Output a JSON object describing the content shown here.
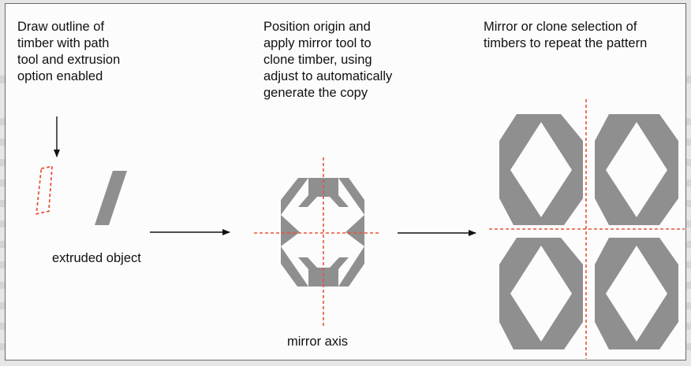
{
  "step1": {
    "caption": "Draw outline of\ntimber with path\ntool and extrusion\noption enabled",
    "label": "extruded object"
  },
  "step2": {
    "caption": "Position origin and\napply mirror tool to\nclone timber, using\nadjust to automatically\ngenerate the copy",
    "label": "mirror axis"
  },
  "step3": {
    "caption": "Mirror or clone selection of\ntimbers to repeat the pattern"
  },
  "colors": {
    "timber": "#8f8f8f",
    "guide": "#e8533a",
    "arrow": "#111111"
  }
}
